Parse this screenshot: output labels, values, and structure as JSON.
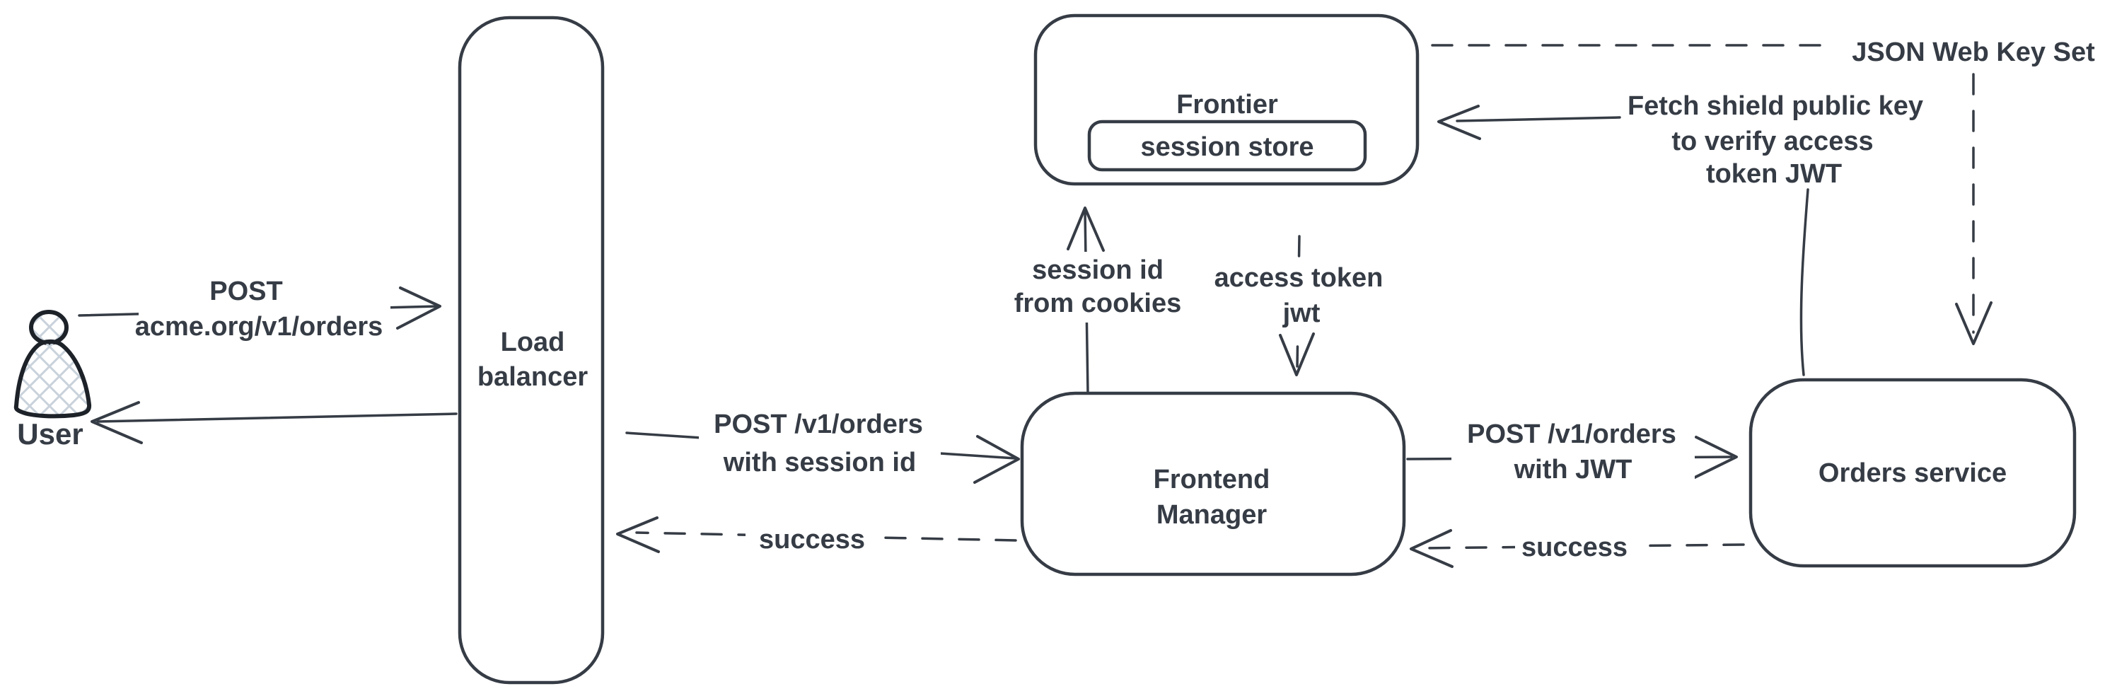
{
  "diagram": {
    "colors": {
      "stroke": "#363c45",
      "figure_stroke": "#1d2229",
      "crosshatch": "#c9d2db",
      "background": "#ffffff"
    },
    "nodes": {
      "user": {
        "label": "User"
      },
      "load_balancer": {
        "line1": "Load",
        "line2": "balancer"
      },
      "frontier": {
        "label": "Frontier",
        "session_store_label": "session store"
      },
      "frontend_manager": {
        "line1": "Frontend",
        "line2": "Manager"
      },
      "orders_service": {
        "label": "Orders service"
      }
    },
    "edges": {
      "user_to_lb": {
        "line1": "POST",
        "line2": "acme.org/v1/orders"
      },
      "lb_to_fm": {
        "line1": "POST /v1/orders",
        "line2": "with session id"
      },
      "fm_to_lb_success": {
        "label": "success"
      },
      "fm_to_frontier": {
        "line1": "session id",
        "line2": "from cookies"
      },
      "frontier_to_fm": {
        "line1": "access token",
        "line2": "jwt"
      },
      "fm_to_orders": {
        "line1": "POST /v1/orders",
        "line2": "with JWT"
      },
      "orders_to_fm_success": {
        "label": "success"
      },
      "jwks": {
        "label": "JSON Web Key Set"
      },
      "fetch_key": {
        "line1": "Fetch shield public key",
        "line2": "to verify access",
        "line3": "token JWT"
      }
    }
  }
}
